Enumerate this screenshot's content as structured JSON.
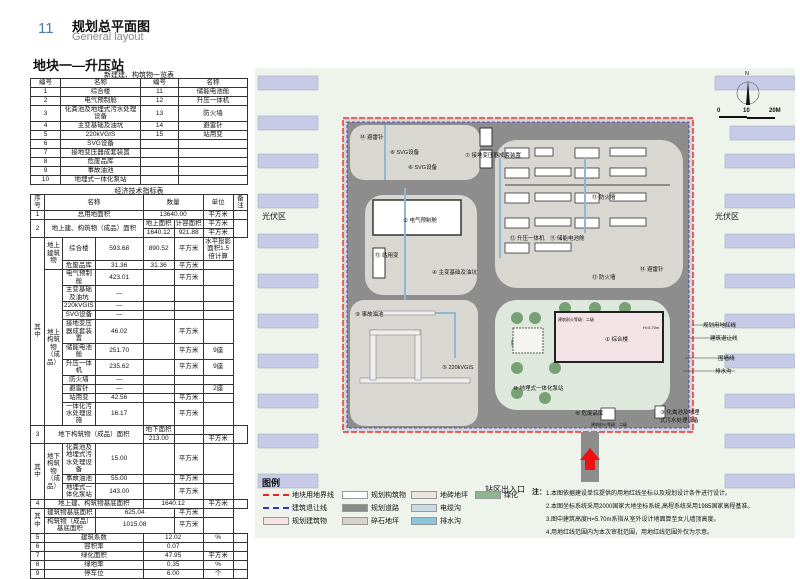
{
  "header": {
    "page_number": "11",
    "title": "规划总平面图",
    "subtitle": "General layout",
    "section": "地块一—升压站"
  },
  "buildings_table": {
    "caption": "新建建、构筑物一览表",
    "headers": [
      "编号",
      "名称",
      "编号",
      "名称"
    ],
    "rows": [
      [
        "1",
        "综合楼",
        "11",
        "储能电池舱"
      ],
      [
        "2",
        "电气预制舱",
        "12",
        "升压一体机"
      ],
      [
        "3",
        "化粪池及地埋式污水处理设备",
        "13",
        "防火墙"
      ],
      [
        "4",
        "主变基础及油坑",
        "14",
        "避雷针"
      ],
      [
        "5",
        "220kVGIS",
        "15",
        "站用变"
      ],
      [
        "6",
        "SVG设备",
        "",
        ""
      ],
      [
        "7",
        "接地变压器成套装置",
        "",
        ""
      ],
      [
        "8",
        "危废品库",
        "",
        ""
      ],
      [
        "9",
        "事故油池",
        "",
        ""
      ],
      [
        "10",
        "地埋式一体化泵站",
        "",
        ""
      ]
    ]
  },
  "econ_table": {
    "caption": "经济技术指标表",
    "headers": [
      "序号",
      "名称",
      "数量",
      "单位",
      "备注"
    ],
    "r1": [
      "1",
      "总用地面积",
      "13640.00",
      "平方米"
    ],
    "r2": {
      "no": "2",
      "name": "地上建、构筑物（成品）面积",
      "h1": "地上面积",
      "h2": "计容面积",
      "unit": "平方米",
      "v1": "1640.12",
      "v2": "921.88",
      "unit2": "平方米",
      "qizhong": "其中",
      "above_bld": "地上建筑物",
      "above_str": "地上构筑物（成品）",
      "items": [
        [
          "综合楼",
          "593.68",
          "890.52",
          "平方米",
          "水平投影面积1.5倍计算"
        ],
        [
          "危废品库",
          "31.36",
          "31.36",
          "平方米",
          ""
        ],
        [
          "电气预制舱",
          "423.01",
          "",
          "平方米",
          ""
        ],
        [
          "主变基础及油坑",
          "—",
          "",
          "",
          ""
        ],
        [
          "220kVGIS",
          "—",
          "",
          "",
          ""
        ],
        [
          "SVG设备",
          "—",
          "",
          "",
          ""
        ],
        [
          "接地变压器成套装置",
          "46.02",
          "",
          "平方米",
          ""
        ],
        [
          "储能电池舱",
          "251.70",
          "",
          "平方米",
          "9座"
        ],
        [
          "升压一体机",
          "235.62",
          "",
          "平方米",
          "9座"
        ],
        [
          "防火墙",
          "—",
          "",
          "",
          ""
        ],
        [
          "避雷针",
          "—",
          "",
          "",
          "2座"
        ],
        [
          "站用变",
          "42.56",
          "",
          "平方米",
          ""
        ],
        [
          "一体化污水处理设施",
          "16.17",
          "",
          "平方米",
          ""
        ]
      ]
    },
    "r3": {
      "no": "3",
      "name": "地下构筑物（成品）面积",
      "h1": "地下面积",
      "v1": "213.00",
      "unit": "平方米",
      "qizhong": "其中",
      "sub": "地下构筑物（成品）",
      "items": [
        [
          "化粪池及地埋式污水处理设备",
          "15.00",
          "平方米"
        ],
        [
          "事故油池",
          "55.00",
          "平方米"
        ],
        [
          "地埋式一体化泵站",
          "143.00",
          "平方米"
        ]
      ]
    },
    "r4": {
      "no": "4",
      "name": "地上建、构筑物基底面积",
      "v": "1640.12",
      "unit": "平方米",
      "qizhong": "其中",
      "items": [
        [
          "建筑物基底面积",
          "625.04",
          "平方米"
        ],
        [
          "构筑物（成品）基底面积",
          "1015.08",
          "平方米"
        ]
      ]
    },
    "rest": [
      [
        "5",
        "建筑系数",
        "12.02",
        "%"
      ],
      [
        "6",
        "容积率",
        "0.07",
        ""
      ],
      [
        "7",
        "绿化面积",
        "47.95",
        "平方米"
      ],
      [
        "8",
        "绿地率",
        "0.35",
        "%"
      ],
      [
        "9",
        "停车位",
        "6.00",
        "个"
      ]
    ]
  },
  "map": {
    "pv_left": "光伏区",
    "pv_right": "光伏区",
    "entrance": "站区出入口",
    "north": "N",
    "scale": [
      "0",
      "10",
      "20M"
    ],
    "labels": {
      "l14a": "⑭ 避雷针",
      "l6a": "⑥ SVG设备",
      "l6b": "⑥ SVG设备",
      "l7": "⑦ 接地变压器成套装置",
      "l2": "② 电气预制舱",
      "l15": "⑮ 站用变",
      "l4": "④ 主变基础及油坑",
      "l12": "⑫ 升压一体机",
      "l11": "⑪ 储能电池舱",
      "l13a": "⑬ 防火墙",
      "l13b": "⑬ 防火墙",
      "l14b": "⑭ 避雷针",
      "l9": "⑨ 事故油池",
      "l5": "⑤ 220kVGIS",
      "l10": "⑩ 地埋式一体化泵站",
      "l1": "① 综合楼",
      "fire": "建筑耐火等级：二级",
      "h": "H=5.70m",
      "l8": "⑧ 危废品库",
      "l3": "③ 化粪池及地埋式污水处理设备",
      "fire2": "建筑耐火等级：二级"
    },
    "callouts": [
      "规划用地红线",
      "建筑退让线",
      "围墙线",
      "排水沟"
    ]
  },
  "legend": {
    "title": "图例",
    "items": [
      "地块用地界线",
      "建筑退让线",
      "规划建筑物",
      "规划构筑物",
      "规划道路",
      "碎石地坪",
      "地砖地坪",
      "电缆沟",
      "排水沟",
      "绿化"
    ]
  },
  "notes": {
    "label": "注：",
    "lines": [
      "1.本图依据建设单位提供的用地红线坐标以及规划设计条件进行设计。",
      "2.本图坐标系统采用2000国家大地坐标系统,高程系统采用1985国家高程基准。",
      "3.图中建筑高度H=5.70m系指从室外设计地面算至女儿墙顶高度。",
      "4.用地红线范围内为本次审批范围，用地红线范围外仅为示意。"
    ]
  }
}
